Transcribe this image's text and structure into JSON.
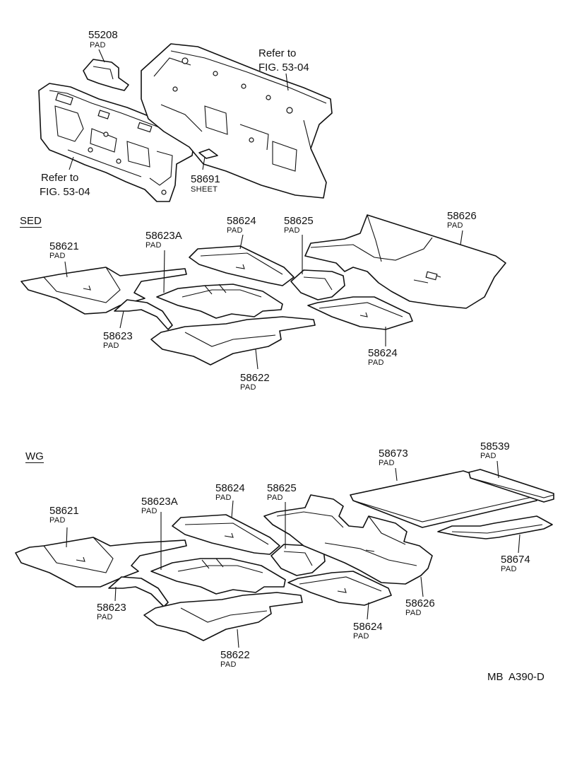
{
  "sections": {
    "sed": "SED",
    "wg": "WG"
  },
  "refs": {
    "ref1": {
      "line1": "Refer to",
      "line2": "FIG. 53-04"
    },
    "ref2": {
      "line1": "Refer to",
      "line2": "FIG. 53-04"
    }
  },
  "parts": {
    "p55208": {
      "number": "55208",
      "type": "PAD"
    },
    "p58691": {
      "number": "58691",
      "type": "SHEET"
    },
    "sed_58621": {
      "number": "58621",
      "type": "PAD"
    },
    "sed_58623A": {
      "number": "58623A",
      "type": "PAD"
    },
    "sed_58624a": {
      "number": "58624",
      "type": "PAD"
    },
    "sed_58625": {
      "number": "58625",
      "type": "PAD"
    },
    "sed_58626": {
      "number": "58626",
      "type": "PAD"
    },
    "sed_58623": {
      "number": "58623",
      "type": "PAD"
    },
    "sed_58622": {
      "number": "58622",
      "type": "PAD"
    },
    "sed_58624b": {
      "number": "58624",
      "type": "PAD"
    },
    "wg_58673": {
      "number": "58673",
      "type": "PAD"
    },
    "wg_58539": {
      "number": "58539",
      "type": "PAD"
    },
    "wg_58621": {
      "number": "58621",
      "type": "PAD"
    },
    "wg_58623A": {
      "number": "58623A",
      "type": "PAD"
    },
    "wg_58624a": {
      "number": "58624",
      "type": "PAD"
    },
    "wg_58625": {
      "number": "58625",
      "type": "PAD"
    },
    "wg_58674": {
      "number": "58674",
      "type": "PAD"
    },
    "wg_58626": {
      "number": "58626",
      "type": "PAD"
    },
    "wg_58623": {
      "number": "58623",
      "type": "PAD"
    },
    "wg_58624b": {
      "number": "58624",
      "type": "PAD"
    },
    "wg_58622": {
      "number": "58622",
      "type": "PAD"
    }
  },
  "diagram_code": "MB  A390-D"
}
